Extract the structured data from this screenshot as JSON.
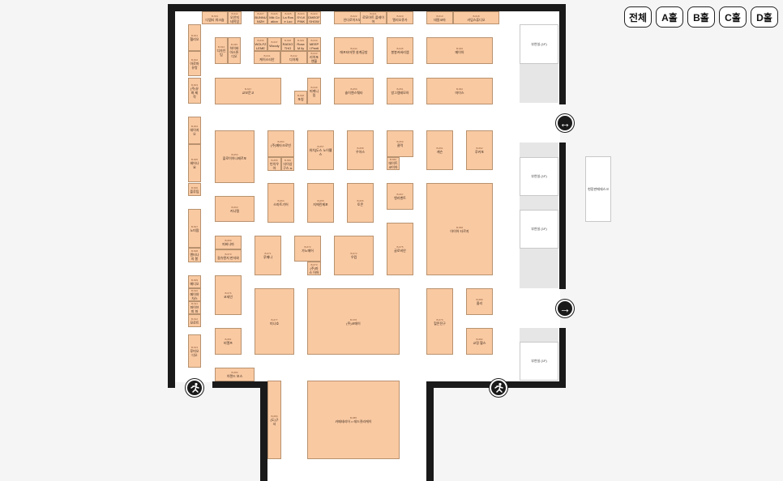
{
  "hall_tabs": [
    "전체",
    "A홀",
    "B홀",
    "C홀",
    "D홀"
  ],
  "side_rooms": [
    "부연실 (1F)",
    "부연실 (1F)",
    "부연실 (1F)",
    "부연실 (1F)"
  ],
  "lounge": "현장판매데스크",
  "icons": {
    "exit": "↔",
    "arrow": "→",
    "escape_left": "exit-person",
    "escape_right": "exit-person"
  },
  "booths": [
    {
      "code": "B-633",
      "name": "디엠티 워크숍"
    },
    {
      "code": "B-632",
      "name": "오안지 네이밍"
    },
    {
      "code": "B-627",
      "name": "BUNNU NIZH"
    },
    {
      "code": "B-626",
      "name": "Mik Co ation"
    },
    {
      "code": "B-625",
      "name": "La Ros e Loo"
    },
    {
      "code": "B-624",
      "name": "SYLK PINK"
    },
    {
      "code": "B-623",
      "name": "DMEOF SHOW"
    },
    {
      "code": "B-622",
      "name": "인다로이드보살"
    },
    {
      "code": "B-621",
      "name": "로모아트 플레이 어"
    },
    {
      "code": "B-620",
      "name": "엘리오쥬가"
    },
    {
      "code": "B-619",
      "name": "데칼코마"
    },
    {
      "code": "B-618",
      "name": "카임스튜디오"
    },
    {
      "code": "B-601",
      "name": "헬리오"
    },
    {
      "code": "B-602",
      "name": "아로마 유랑"
    },
    {
      "code": "B-603",
      "name": "(주)유화 제작"
    },
    {
      "code": "B-604",
      "name": "데이지 오"
    },
    {
      "code": "B-605",
      "name": "헤어나 요"
    },
    {
      "code": "B-606",
      "name": "플루팁"
    },
    {
      "code": "B-607",
      "name": "노미팝"
    },
    {
      "code": "B-608",
      "name": "엔터나 지 봄"
    },
    {
      "code": "B-609",
      "name": "메디오"
    },
    {
      "code": "B-610",
      "name": "메이야 자스"
    },
    {
      "code": "B-611",
      "name": "파이브 피 파"
    },
    {
      "code": "B-612",
      "name": "모로트"
    },
    {
      "code": "B-613",
      "name": "루미오 디오"
    },
    {
      "code": "B-634",
      "name": "디자인 팀"
    },
    {
      "code": "B-635",
      "name": "하이바 아스톤 디오"
    },
    {
      "code": "B-636",
      "name": "WOLFZ LEME"
    },
    {
      "code": "B-637",
      "name": "Woody"
    },
    {
      "code": "B-638",
      "name": "RADIO THO"
    },
    {
      "code": "B-639",
      "name": "Rose M ily"
    },
    {
      "code": "B-640",
      "name": "MEEP I Penti"
    },
    {
      "code": "B-641",
      "name": "케이스티안"
    },
    {
      "code": "B-642",
      "name": "디아채"
    },
    {
      "code": "B-643",
      "name": "리어포 앤블"
    },
    {
      "code": "B-644",
      "name": "애프터마켓 설계공방"
    },
    {
      "code": "B-645",
      "name": "봉봉커버리엠"
    },
    {
      "code": "B-646",
      "name": "메이아"
    },
    {
      "code": "B-647",
      "name": "교보문고"
    },
    {
      "code": "B-648",
      "name": "포칭"
    },
    {
      "code": "B-649",
      "name": "피케니 링"
    },
    {
      "code": "B-650",
      "name": "솔이엔스웨타"
    },
    {
      "code": "B-651",
      "name": "방그램레모아"
    },
    {
      "code": "B-652",
      "name": "마이스"
    },
    {
      "code": "B-653",
      "name": "플로이아나제르포"
    },
    {
      "code": "B-654",
      "name": "(주)메타크로빈"
    },
    {
      "code": "B-655",
      "name": "빈치우 아"
    },
    {
      "code": "B-656",
      "name": "더이상 구스 a."
    },
    {
      "code": "B-657",
      "name": "워치[도스 노이웰스"
    },
    {
      "code": "B-658",
      "name": "우아스"
    },
    {
      "code": "B-659",
      "name": "클럭"
    },
    {
      "code": "B-660",
      "name": "데이트 코이아"
    },
    {
      "code": "B-661",
      "name": "캐슨"
    },
    {
      "code": "B-662",
      "name": "루커포"
    },
    {
      "code": "B-663",
      "name": "커니템"
    },
    {
      "code": "B-664",
      "name": "스마트기어"
    },
    {
      "code": "B-665",
      "name": "지에린제포"
    },
    {
      "code": "B-666",
      "name": "토몬"
    },
    {
      "code": "B-667",
      "name": "엔리벤트"
    },
    {
      "code": "B-668",
      "name": "아이어 타르지"
    },
    {
      "code": "B-669",
      "name": "피버나마"
    },
    {
      "code": "B-670",
      "name": "갈슈엔지 판자와"
    },
    {
      "code": "B-671",
      "name": "루메나"
    },
    {
      "code": "B-672",
      "name": "가노메어"
    },
    {
      "code": "B-673",
      "name": "(주)마스 어어"
    },
    {
      "code": "B-674",
      "name": "우컴"
    },
    {
      "code": "B-675",
      "name": "글로비안"
    },
    {
      "code": "B-676",
      "name": "코세인"
    },
    {
      "code": "B-677",
      "name": "미나호"
    },
    {
      "code": "B-678",
      "name": "(주)코메이"
    },
    {
      "code": "B-679",
      "name": "힐몬전구"
    },
    {
      "code": "B-680",
      "name": "올리"
    },
    {
      "code": "B-681",
      "name": "비엘프"
    },
    {
      "code": "B-682",
      "name": "교정 헬스"
    },
    {
      "code": "B-683",
      "name": "이랜드 보스"
    },
    {
      "code": "B-684",
      "name": "(도)구서"
    },
    {
      "code": "B-685",
      "name": "카페테리어 × 레드큐라케이"
    }
  ]
}
